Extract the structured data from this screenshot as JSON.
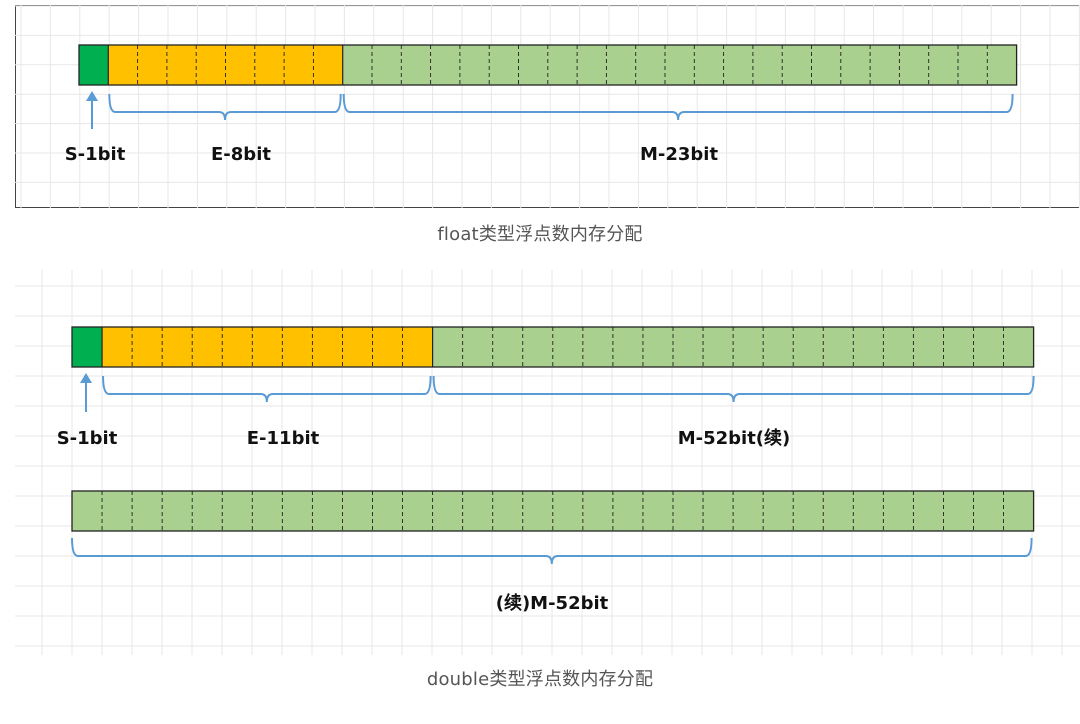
{
  "colors": {
    "sign": "#00b050",
    "exponent": "#ffc000",
    "mantissa": "#a9d08e",
    "bracket": "#5b9bd5",
    "grid": "#e7e7e7",
    "cell_border": "#222222"
  },
  "float_diagram": {
    "caption": "float类型浮点数内存分配",
    "sign_label": "S-1bit",
    "exponent_label": "E-8bit",
    "mantissa_label": "M-23bit",
    "sign_cells": 1,
    "exponent_cells": 8,
    "mantissa_cells": 23
  },
  "double_diagram": {
    "caption": "double类型浮点数内存分配",
    "row1": {
      "sign_label": "S-1bit",
      "exponent_label": "E-11bit",
      "mantissa_label": "M-52bit(续)",
      "sign_cells": 1,
      "exponent_cells": 11,
      "mantissa_cells": 20
    },
    "row2": {
      "mantissa_label": "(续)M-52bit",
      "mantissa_cells": 32
    }
  }
}
